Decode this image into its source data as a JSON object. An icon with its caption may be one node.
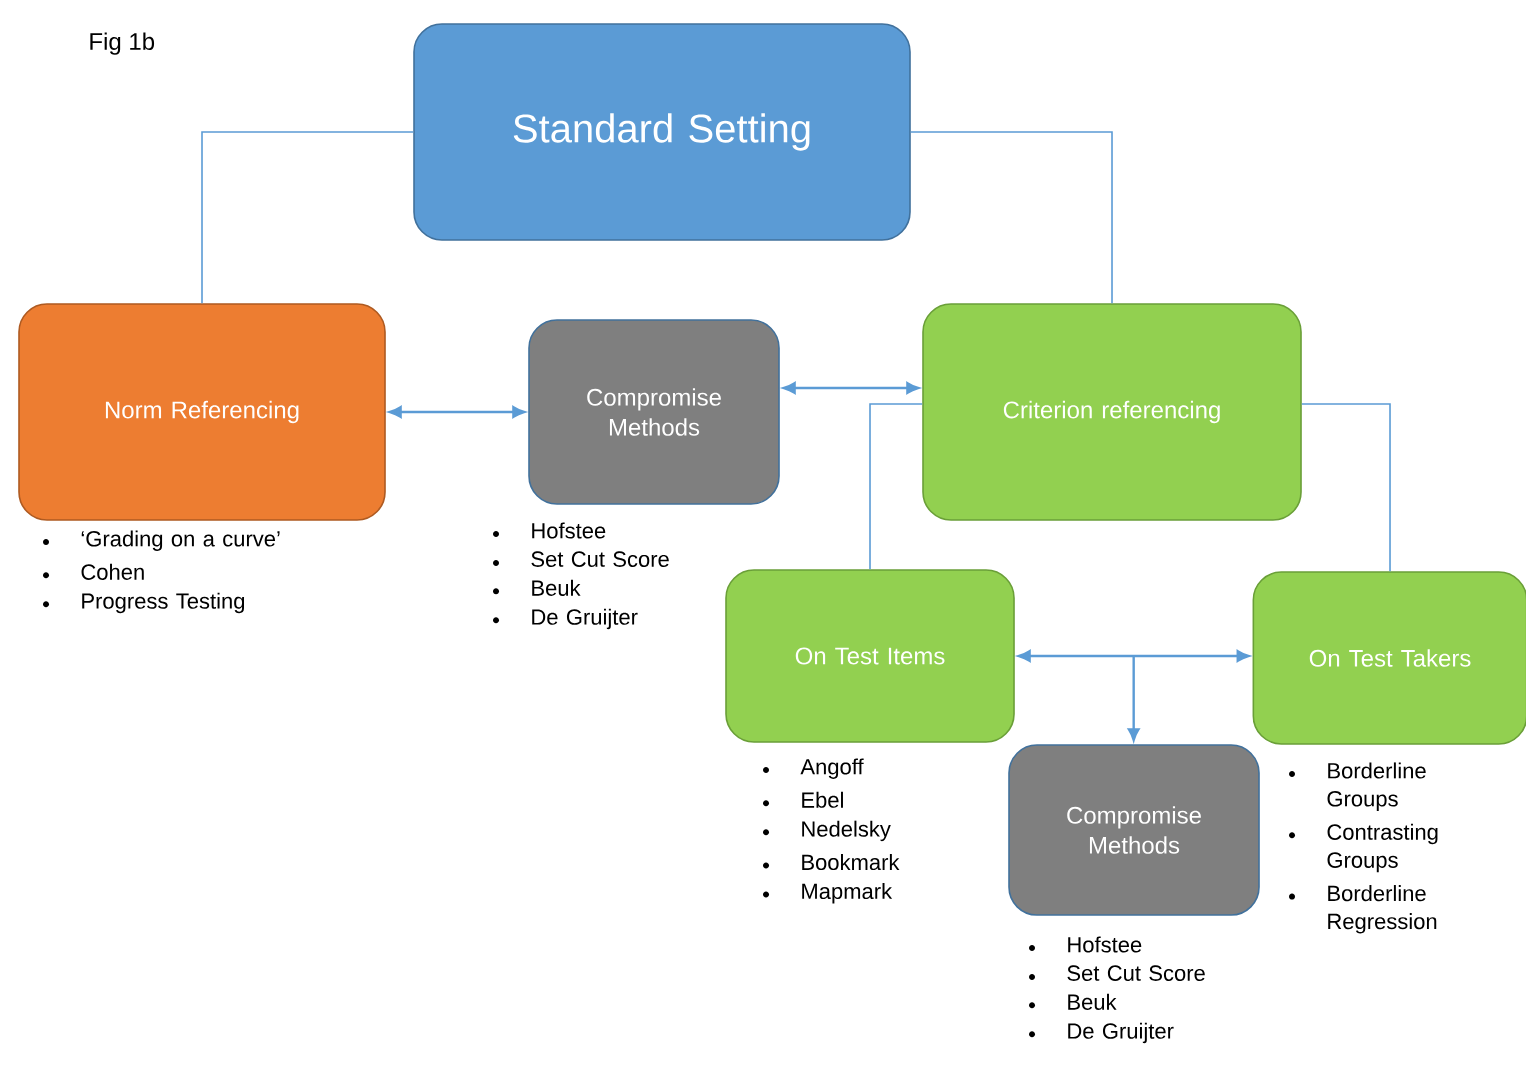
{
  "diagram": {
    "nodes": [
      {
        "text": [
          "Standard Setting"
        ]
      },
      {
        "text": [
          "Norm Referencing"
        ],
        "beside": [
          "‘Grading on a curve’",
          "Cohen",
          "Progress Testing"
        ]
      },
      {
        "text": [
          "Compromise Methods"
        ],
        "beside": [
          "Hofstee",
          "Set Cut Score",
          "Beuk",
          "De Gruijter"
        ]
      },
      {
        "text": [
          "Criterion referencing"
        ]
      },
      {
        "text": [
          "On Test Items"
        ],
        "beside": [
          "Angoff",
          "Ebel",
          "Nedelsky",
          "Bookmark",
          "Mapmark"
        ]
      },
      {
        "text": [
          "On Test Takers"
        ],
        "beside": [
          "Borderline Groups",
          "Contrasting Groups",
          "Borderline Regression"
        ]
      },
      {
        "text": [
          "Compromise Methods"
        ],
        "beside": [
          "Hofstee",
          "Set Cut Score",
          "Beuk",
          "De Gruijter"
        ]
      }
    ],
    "edges": [
      {
        "from": 0,
        "to": 1,
        "arrow": "none"
      },
      {
        "from": 0,
        "to": 3,
        "arrow": "none"
      },
      {
        "from": 1,
        "to": 2,
        "arrow": "both"
      },
      {
        "from": 2,
        "to": 3,
        "arrow": "both"
      },
      {
        "from": 3,
        "to": 4,
        "arrow": "none"
      },
      {
        "from": 3,
        "to": 5,
        "arrow": "none"
      },
      {
        "from": 4,
        "to": 5,
        "arrow": "both"
      },
      {
        "from": null,
        "to": 6,
        "arrow": "to"
      }
    ],
    "labels": [
      "Fig 1b"
    ]
  }
}
